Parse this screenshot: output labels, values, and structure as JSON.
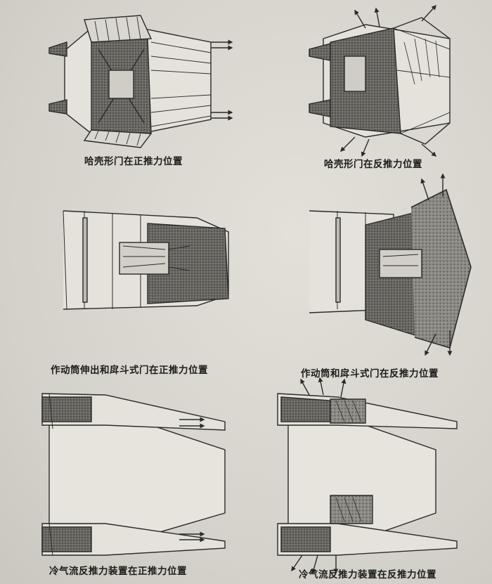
{
  "figure": {
    "panels": [
      {
        "id": "clamshell-forward",
        "caption": "哈壳形门在正推力位置"
      },
      {
        "id": "clamshell-reverse",
        "caption": "哈壳形门在反推力位置"
      },
      {
        "id": "bucket-forward",
        "caption": "作动筒伸出和戽斗式门在正推力位置"
      },
      {
        "id": "bucket-reverse",
        "caption": "作动筒和戽斗式门在反推力位置"
      },
      {
        "id": "coldflow-forward",
        "caption": "冷气流反推力装置在正推力位置"
      },
      {
        "id": "coldflow-reverse",
        "caption": "冷气流反推力装置在反推力位置"
      }
    ]
  },
  "colors": {
    "ink": "#2a2a2a",
    "shade": "#5a5955",
    "paper": "#e6e4dc"
  }
}
